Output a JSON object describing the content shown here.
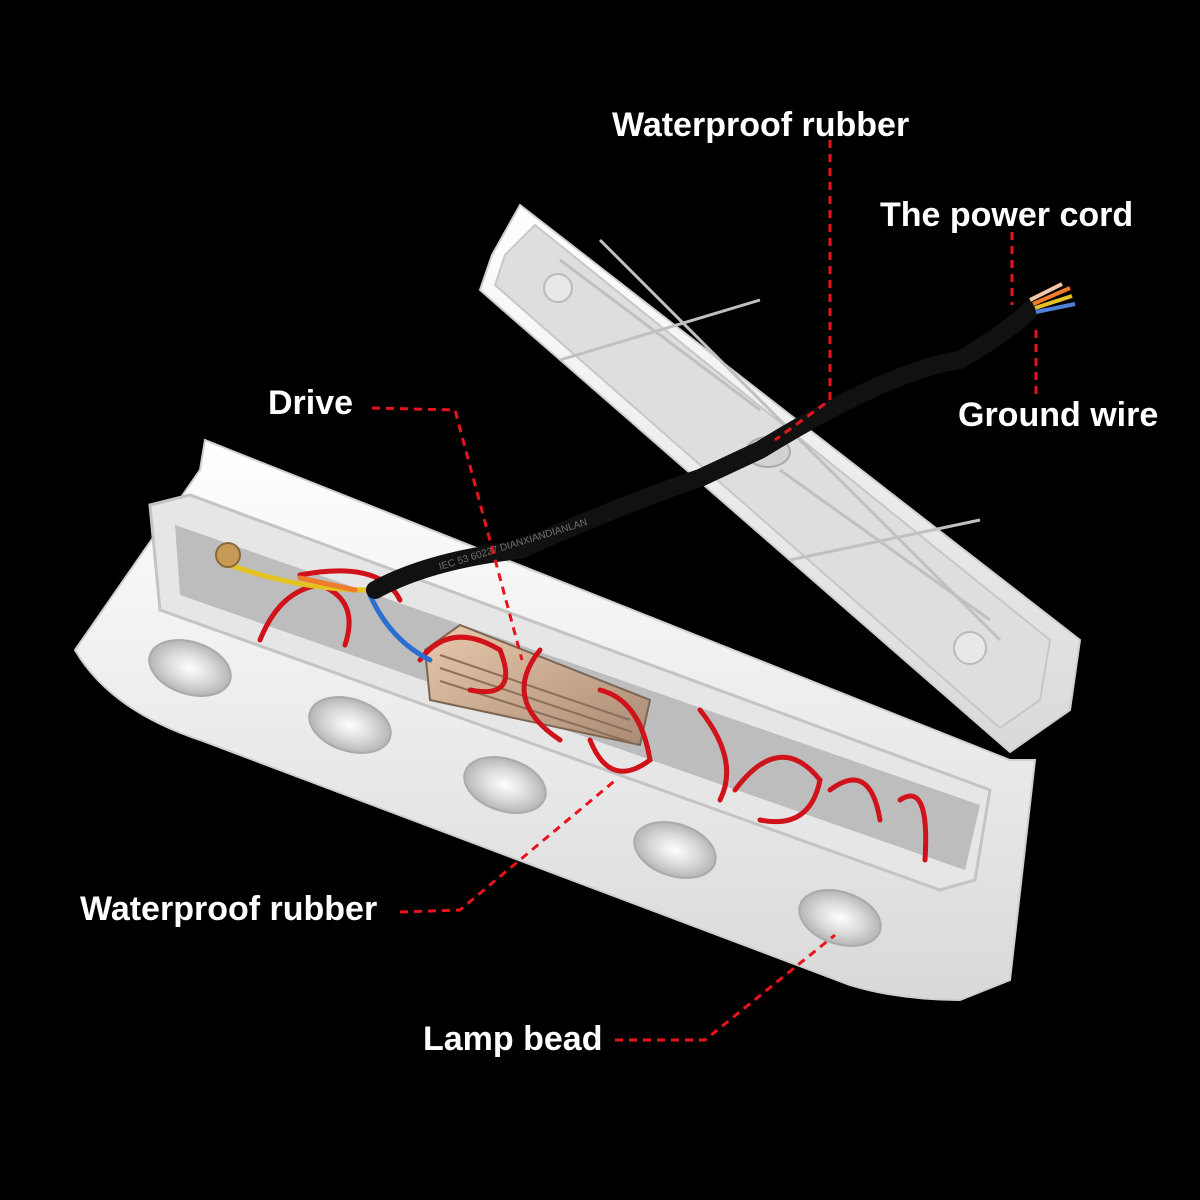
{
  "labels": {
    "waterproof_rubber_top": "Waterproof rubber",
    "power_cord": "The power cord",
    "ground_wire": "Ground wire",
    "drive": "Drive",
    "waterproof_rubber_bottom": "Waterproof rubber",
    "lamp_bead": "Lamp bead"
  },
  "cable_print": "IEC 53 60227 DIANXIANDIANLAN",
  "colors": {
    "background": "#000000",
    "label_text": "#ffffff",
    "leader_line": "#e8141b",
    "housing": "#f2f2f2",
    "wire_red": "#d0121a",
    "cable_black": "#111111"
  }
}
